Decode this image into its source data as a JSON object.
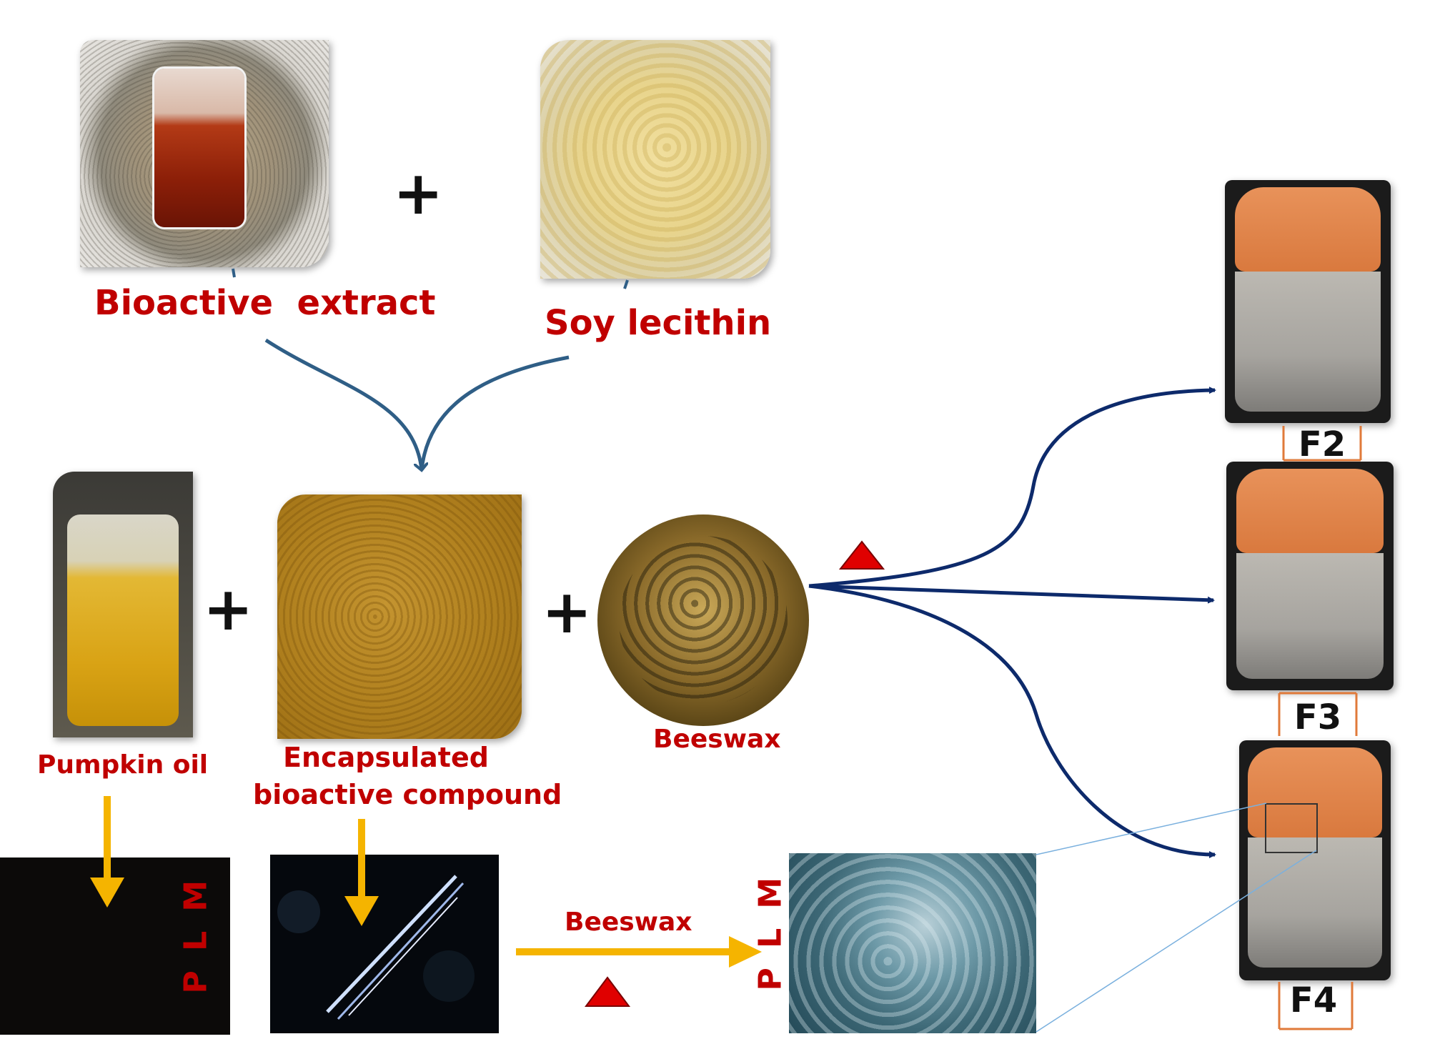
{
  "labels": {
    "bioactive_extract": "Bioactive  extract",
    "soy_lecithin": "Soy lecithin",
    "pumpkin_oil": "Pumpkin oil",
    "encapsulated_line1": "Encapsulated",
    "encapsulated_line2": "bioactive compound",
    "beeswax": "Beeswax",
    "beeswax_arrow": "Beeswax",
    "plm_left": "P L M",
    "plm_right": "P L M"
  },
  "operators": {
    "plus": "+"
  },
  "formulations": [
    "F2",
    "F3",
    "F4"
  ],
  "colors": {
    "label_red": "#c00000",
    "arrow_navy": "#0d2a6b",
    "arrow_steel": "#2f5e86",
    "arrow_gold": "#f5b400",
    "heat_triangle": "#e00000",
    "gel_orange": "#e8925a"
  }
}
